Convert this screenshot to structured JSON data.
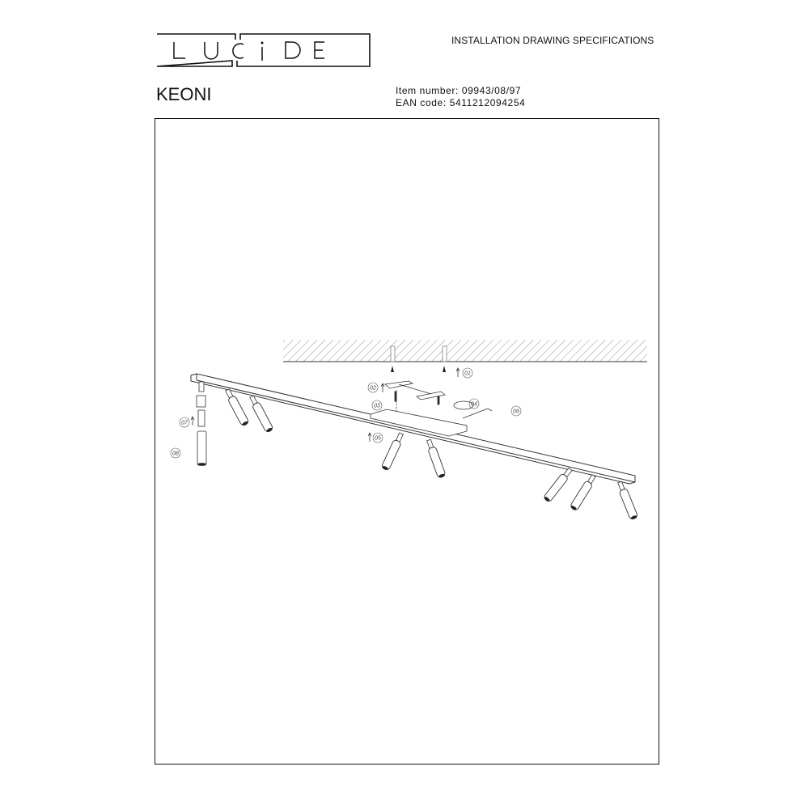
{
  "brand": {
    "logo_text": "LUCIDE"
  },
  "header": {
    "spec_title": "INSTALLATION DRAWING SPECIFICATIONS",
    "product_name": "KEONI",
    "item_number_label": "Item number:",
    "item_number": "09943/08/97",
    "ean_label": "EAN code:",
    "ean": "5411212094254"
  },
  "drawing": {
    "steps": [
      "01",
      "02",
      "03",
      "04",
      "05",
      "06",
      "07",
      "08"
    ]
  }
}
